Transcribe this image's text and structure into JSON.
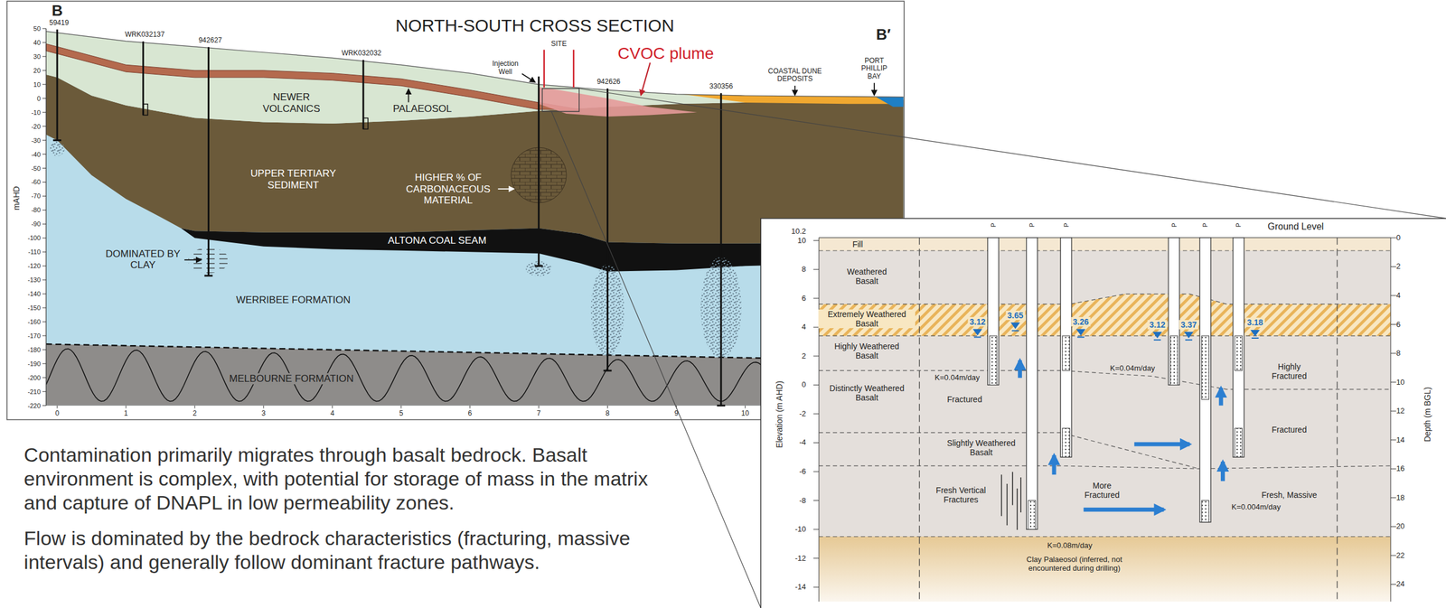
{
  "diagram": {
    "title": "NORTH-SOUTH CROSS SECTION",
    "labels": [
      "B",
      "B′",
      "59419",
      "WRK032137",
      "942627",
      "WRK032032",
      "SITE",
      "Injection Well",
      "942626",
      "330356",
      "CVOC plume",
      "COASTAL DUNE DEPOSITS",
      "PORT PHILLIP BAY",
      "NEWER VOLCANICS",
      "PALAEOSOL",
      "UPPER TERTIARY SEDIMENT",
      "HIGHER % OF CARBONACEOUS MATERIAL",
      "ALTONA COAL SEAM",
      "DOMINATED BY CLAY",
      "WERRIBEE FORMATION",
      "MELBOURNE FORMATION",
      "mAHD",
      "50",
      "40",
      "30",
      "20",
      "10",
      "0",
      "-10",
      "-20",
      "-30",
      "-40",
      "-50",
      "-60",
      "-70",
      "-80",
      "-90",
      "-100",
      "-110",
      "-120",
      "-130",
      "-140",
      "-150",
      "-160",
      "-170",
      "-180",
      "-190",
      "-200",
      "-210",
      "-220",
      "0",
      "1",
      "2",
      "3",
      "4",
      "5",
      "6",
      "7",
      "8",
      "9",
      "10",
      "Contamination primarily migrates through basalt bedrock. Basalt environment is complex, with potential for storage of mass in the matrix and capture of DNAPL in low permeability zones.",
      "Flow is dominated by the bedrock characteristics (fracturing, massive intervals) and generally follow dominant fracture pathways.",
      "Ground Level",
      "10.2",
      "10",
      "8",
      "6",
      "4",
      "2",
      "0",
      "-2",
      "-4",
      "-6",
      "-8",
      "-10",
      "-12",
      "-14",
      "0",
      "2",
      "4",
      "6",
      "8",
      "10",
      "12",
      "14",
      "16",
      "18",
      "20",
      "22",
      "24",
      "Elevation (m AHD)",
      "Depth (m BGL)",
      "P",
      "P",
      "P",
      "P",
      "P",
      "P",
      "Fill",
      "Weathered Basalt",
      "Extremely Weathered Basalt",
      "Highly Weathered Basalt",
      "Distinctly Weathered Basalt",
      "Fractured",
      "K=0.04m/day",
      "K=0.04m/day",
      "Highly Fractured",
      "Fractured",
      "Slightly Weathered Basalt",
      "Fresh Vertical Fractures",
      "More Fractured",
      "K=0.08m/day",
      "Fresh, Massive",
      "K=0.004m/day",
      "Clay Palaeosol (inferred, not encountered during drilling)",
      "3.12",
      "3.65",
      "3.26",
      "3.12",
      "3.37",
      "3.18"
    ]
  }
}
